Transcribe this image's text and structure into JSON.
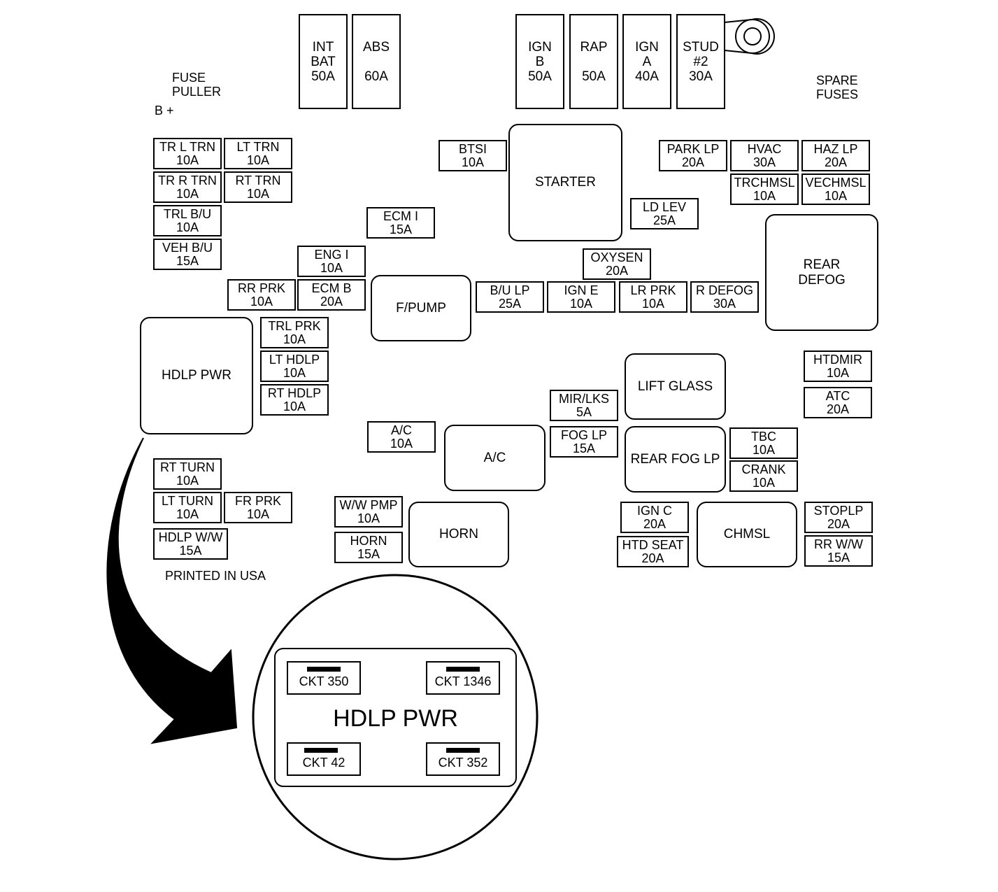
{
  "labels": {
    "fuse_puller": [
      "FUSE",
      "PULLER"
    ],
    "b_plus": "B +",
    "spare_fuses": [
      "SPARE",
      "FUSES"
    ],
    "printed": "PRINTED IN USA"
  },
  "maxi_fuses": [
    {
      "id": "int-bat",
      "lines": [
        "INT",
        "BAT",
        "50A"
      ]
    },
    {
      "id": "abs",
      "lines": [
        "ABS",
        "",
        "60A"
      ]
    },
    {
      "id": "ign-b",
      "lines": [
        "IGN",
        "B",
        "50A"
      ]
    },
    {
      "id": "rap",
      "lines": [
        "RAP",
        "",
        "50A"
      ]
    },
    {
      "id": "ign-a",
      "lines": [
        "IGN",
        "A",
        "40A"
      ]
    },
    {
      "id": "stud-2",
      "lines": [
        "STUD",
        "#2",
        "30A"
      ]
    }
  ],
  "relays": [
    {
      "id": "starter",
      "label": "STARTER"
    },
    {
      "id": "rear-defog",
      "label": "REAR DEFOG"
    },
    {
      "id": "f-pump",
      "label": "F/PUMP"
    },
    {
      "id": "hdlp-pwr",
      "label": "HDLP PWR"
    },
    {
      "id": "lift-glass",
      "label": "LIFT GLASS"
    },
    {
      "id": "a-c",
      "label": "A/C"
    },
    {
      "id": "rear-fog-lp",
      "label": "REAR FOG LP"
    },
    {
      "id": "horn",
      "label": "HORN"
    },
    {
      "id": "chmsl",
      "label": "CHMSL"
    }
  ],
  "fuses": [
    {
      "id": "tr-l-trn",
      "name": "TR L TRN",
      "amps": "10A"
    },
    {
      "id": "lt-trn",
      "name": "LT TRN",
      "amps": "10A"
    },
    {
      "id": "tr-r-trn",
      "name": "TR R TRN",
      "amps": "10A"
    },
    {
      "id": "rt-trn",
      "name": "RT TRN",
      "amps": "10A"
    },
    {
      "id": "trl-b-u",
      "name": "TRL B/U",
      "amps": "10A"
    },
    {
      "id": "veh-b-u",
      "name": "VEH B/U",
      "amps": "15A"
    },
    {
      "id": "btsi",
      "name": "BTSI",
      "amps": "10A"
    },
    {
      "id": "ecm-i",
      "name": "ECM I",
      "amps": "15A"
    },
    {
      "id": "eng-i",
      "name": "ENG I",
      "amps": "10A"
    },
    {
      "id": "rr-prk",
      "name": "RR PRK",
      "amps": "10A"
    },
    {
      "id": "ecm-b",
      "name": "ECM B",
      "amps": "20A"
    },
    {
      "id": "park-lp",
      "name": "PARK LP",
      "amps": "20A"
    },
    {
      "id": "hvac",
      "name": "HVAC",
      "amps": "30A"
    },
    {
      "id": "haz-lp",
      "name": "HAZ LP",
      "amps": "20A"
    },
    {
      "id": "trchmsl",
      "name": "TRCHMSL",
      "amps": "10A"
    },
    {
      "id": "vechmsl",
      "name": "VECHMSL",
      "amps": "10A"
    },
    {
      "id": "ld-lev",
      "name": "LD LEV",
      "amps": "25A"
    },
    {
      "id": "oxysen",
      "name": "OXYSEN",
      "amps": "20A"
    },
    {
      "id": "b-u-lp",
      "name": "B/U LP",
      "amps": "25A"
    },
    {
      "id": "ign-e",
      "name": "IGN E",
      "amps": "10A"
    },
    {
      "id": "lr-prk",
      "name": "LR PRK",
      "amps": "10A"
    },
    {
      "id": "r-defog",
      "name": "R DEFOG",
      "amps": "30A"
    },
    {
      "id": "trl-prk",
      "name": "TRL PRK",
      "amps": "10A"
    },
    {
      "id": "lt-hdlp",
      "name": "LT HDLP",
      "amps": "10A"
    },
    {
      "id": "rt-hdlp",
      "name": "RT HDLP",
      "amps": "10A"
    },
    {
      "id": "htdmir",
      "name": "HTDMIR",
      "amps": "10A"
    },
    {
      "id": "atc",
      "name": "ATC",
      "amps": "20A"
    },
    {
      "id": "mir-lks",
      "name": "MIR/LKS",
      "amps": "5A"
    },
    {
      "id": "fog-lp",
      "name": "FOG LP",
      "amps": "15A"
    },
    {
      "id": "a-c-fuse",
      "name": "A/C",
      "amps": "10A"
    },
    {
      "id": "tbc",
      "name": "TBC",
      "amps": "10A"
    },
    {
      "id": "crank",
      "name": "CRANK",
      "amps": "10A"
    },
    {
      "id": "rt-turn",
      "name": "RT TURN",
      "amps": "10A"
    },
    {
      "id": "lt-turn",
      "name": "LT TURN",
      "amps": "10A"
    },
    {
      "id": "fr-prk",
      "name": "FR PRK",
      "amps": "10A"
    },
    {
      "id": "hdlp-w-w",
      "name": "HDLP W/W",
      "amps": "15A"
    },
    {
      "id": "w-w-pmp",
      "name": "W/W PMP",
      "amps": "10A"
    },
    {
      "id": "horn-fuse",
      "name": "HORN",
      "amps": "15A"
    },
    {
      "id": "ign-c",
      "name": "IGN C",
      "amps": "20A"
    },
    {
      "id": "htd-seat",
      "name": "HTD SEAT",
      "amps": "20A"
    },
    {
      "id": "stoplp",
      "name": "STOPLP",
      "amps": "20A"
    },
    {
      "id": "rr-w-w",
      "name": "RR W/W",
      "amps": "15A"
    }
  ],
  "detail": {
    "title": "HDLP PWR",
    "terminals": [
      "CKT 350",
      "CKT 1346",
      "CKT 42",
      "CKT 352"
    ]
  }
}
